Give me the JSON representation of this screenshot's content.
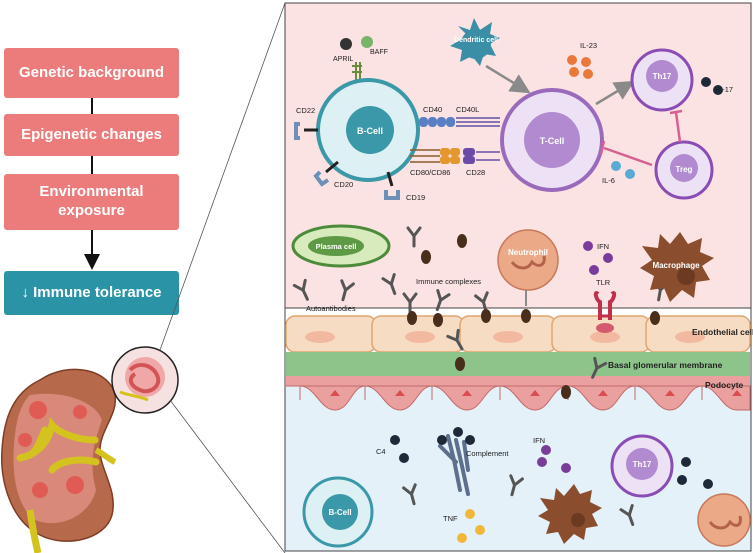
{
  "flow": {
    "step1": "Genetic background",
    "step2": "Epigenetic changes",
    "step3": "Environmental exposure",
    "outcome": "↓ Immune tolerance"
  },
  "labels": {
    "april": "APRIL",
    "baff": "BAFF",
    "dendritic_cell": "Dendritic cell",
    "il23": "IL-23",
    "th17": "Th17",
    "il17": "IL-17",
    "cd22": "CD22",
    "b_cell": "B-Cell",
    "cd40": "CD40",
    "cd40l": "CD40L",
    "t_cell": "T-Cell",
    "cd80_cd86": "CD80/CD86",
    "cd28": "CD28",
    "il6": "IL-6",
    "cd20": "CD20",
    "cd19": "CD19",
    "treg": "Treg",
    "plasma_cell": "Plasma cell",
    "ifn": "IFN",
    "neutrophil": "Neutrophil",
    "macrophage": "Macrophage",
    "immune_complexes": "Immune complexes",
    "tlr": "TLR",
    "autoantibodies": "Autoantibodies",
    "endothelial_cell": "Endothelial cell",
    "basal_membrane": "Basal glomerular membrane",
    "podocyte": "Podocyte",
    "c4": "C4",
    "complement": "Complement",
    "ifn2": "IFN",
    "th17_2": "Th17",
    "b_cell_2": "B-Cell",
    "tnf": "TNF"
  },
  "colors": {
    "box_red": "#ec7b7b",
    "box_teal": "#2a94a6",
    "upper_bg": "#fbe3e4",
    "lower_bg": "#e3f1f8",
    "membrane": "#8dc48a",
    "b_cell": "#3a98a8",
    "t_cell": "#9b6bbb",
    "macrophage": "#8a4e2e"
  }
}
